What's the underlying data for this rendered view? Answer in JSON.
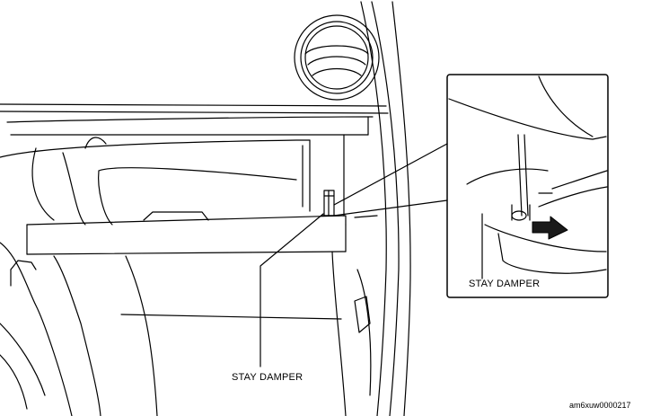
{
  "labels": {
    "main_callout": "STAY DAMPER",
    "inset_callout": "STAY DAMPER",
    "figure_id": "am6xuw0000217"
  },
  "colors": {
    "line": "#000000",
    "background": "#ffffff",
    "arrow_fill": "#1a1a1a"
  },
  "icons": {
    "removal_arrow": "arrow-down-right-icon"
  }
}
